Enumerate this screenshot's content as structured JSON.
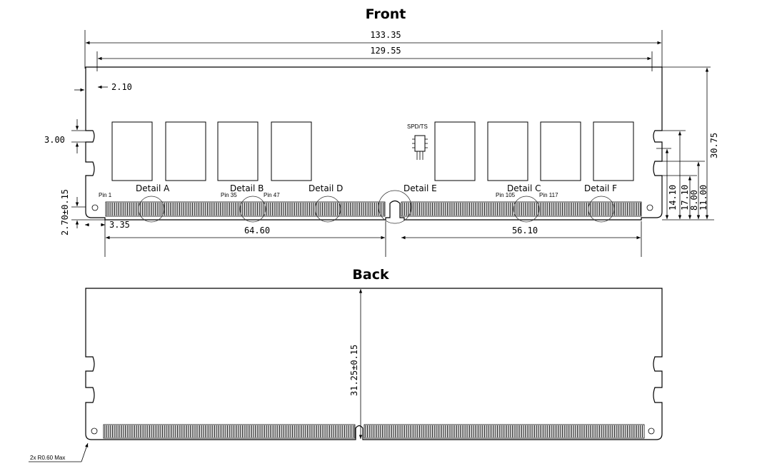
{
  "titles": {
    "front": "Front",
    "back": "Back"
  },
  "dimensions": {
    "overall_length": "133.35",
    "inner_length": "129.55",
    "side_offset": "2.10",
    "notch_height": "3.00",
    "contact_height": "2.70±0.15",
    "pin1_offset": "3.35",
    "left_segment": "64.60",
    "right_segment": "56.10",
    "module_height": "30.75",
    "d_14_10": "14.10",
    "d_17_10": "17.10",
    "d_8_00": "8.00",
    "d_11_00": "11.00",
    "back_height": "31.25±0.15",
    "corner_radius": "2x R0.60 Max"
  },
  "details": {
    "a": "Detail A",
    "b": "Detail B",
    "d": "Detail D",
    "e": "Detail E",
    "c": "Detail C",
    "f": "Detail F"
  },
  "pins": {
    "p1": "Pin 1",
    "p35": "Pin 35",
    "p47": "Pin 47",
    "p105": "Pin 105",
    "p117": "Pin 117"
  },
  "spd_label": "SPD/TS"
}
